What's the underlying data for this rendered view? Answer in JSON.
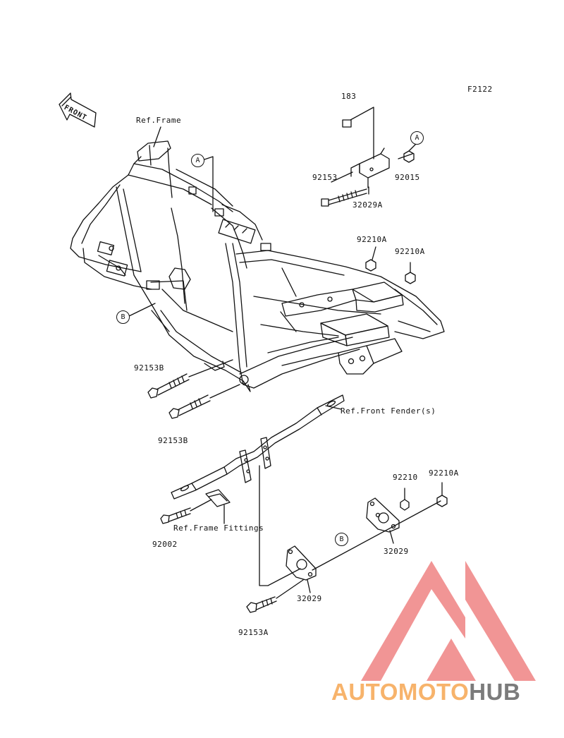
{
  "figure_code": "F2122",
  "front_arrow": "FRONT",
  "parts": {
    "p183": "183",
    "p92153": "92153",
    "p92015": "92015",
    "p32029A": "32029A",
    "p92210A_1": "92210A",
    "p92210A_2": "92210A",
    "p92153B_1": "92153B",
    "p92153B_2": "92153B",
    "p92210": "92210",
    "p92210A_3": "92210A",
    "p32029_1": "32029",
    "p32029_2": "32029",
    "p92002": "92002",
    "p92153A": "92153A"
  },
  "references": {
    "frame": "Ref.Frame",
    "front_fender": "Ref.Front Fender(s)",
    "frame_fittings": "Ref.Frame Fittings"
  },
  "callouts": {
    "a1": "A",
    "a2": "A",
    "b1": "B",
    "b2": "B"
  },
  "watermark": {
    "part1": "AUTOMOTO",
    "part2": "HUB",
    "color_orange": "#f7b36b",
    "color_gray": "#7b7b7b",
    "color_red": "#f08a8a"
  }
}
